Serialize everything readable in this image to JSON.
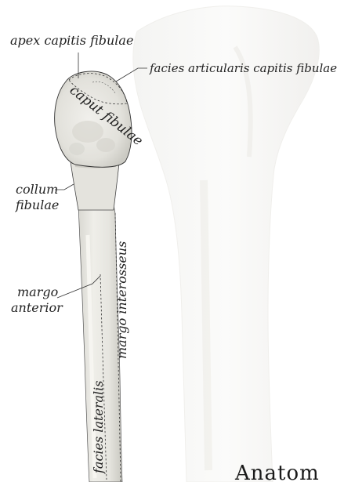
{
  "labels": {
    "apex": "apex capitis fibulae",
    "facies_articularis": "facies articularis capitis fibulae",
    "caput": "caput fibulae",
    "collum_line1": "collum",
    "collum_line2": "fibulae",
    "margo_anterior_line1": "margo",
    "margo_anterior_line2": "anterior",
    "margo_interosseus": "margo interosseus",
    "facies_lateralis": "facies lateralis"
  },
  "watermark": "Anatom",
  "colors": {
    "bone": "#e9e8e3",
    "bone_shadow": "#cfcdc6",
    "tibia": "#f6f6f4",
    "tibia_shadow": "#eceae6",
    "text": "#222222"
  }
}
